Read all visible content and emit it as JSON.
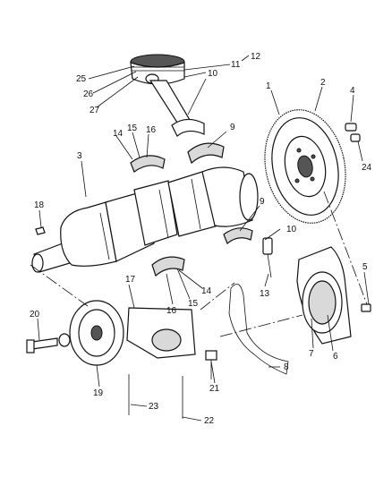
{
  "callouts": [
    {
      "id": "c1",
      "text": "1"
    },
    {
      "id": "c2",
      "text": "2"
    },
    {
      "id": "c3",
      "text": "3"
    },
    {
      "id": "c4",
      "text": "4"
    },
    {
      "id": "c5",
      "text": "5"
    },
    {
      "id": "c6",
      "text": "6"
    },
    {
      "id": "c7",
      "text": "7"
    },
    {
      "id": "c8",
      "text": "8"
    },
    {
      "id": "c9a",
      "text": "9"
    },
    {
      "id": "c9b",
      "text": "9"
    },
    {
      "id": "c10a",
      "text": "10"
    },
    {
      "id": "c10b",
      "text": "10"
    },
    {
      "id": "c11",
      "text": "11"
    },
    {
      "id": "c12",
      "text": "12"
    },
    {
      "id": "c13",
      "text": "13"
    },
    {
      "id": "c14a",
      "text": "14"
    },
    {
      "id": "c14b",
      "text": "14"
    },
    {
      "id": "c15a",
      "text": "15"
    },
    {
      "id": "c15b",
      "text": "15"
    },
    {
      "id": "c16a",
      "text": "16"
    },
    {
      "id": "c16b",
      "text": "16"
    },
    {
      "id": "c17",
      "text": "17"
    },
    {
      "id": "c18",
      "text": "18"
    },
    {
      "id": "c19",
      "text": "19"
    },
    {
      "id": "c20",
      "text": "20"
    },
    {
      "id": "c21",
      "text": "21"
    },
    {
      "id": "c22",
      "text": "22"
    },
    {
      "id": "c23",
      "text": "23"
    },
    {
      "id": "c24",
      "text": "24"
    },
    {
      "id": "c25",
      "text": "25"
    },
    {
      "id": "c26",
      "text": "26"
    },
    {
      "id": "c27",
      "text": "27"
    }
  ]
}
